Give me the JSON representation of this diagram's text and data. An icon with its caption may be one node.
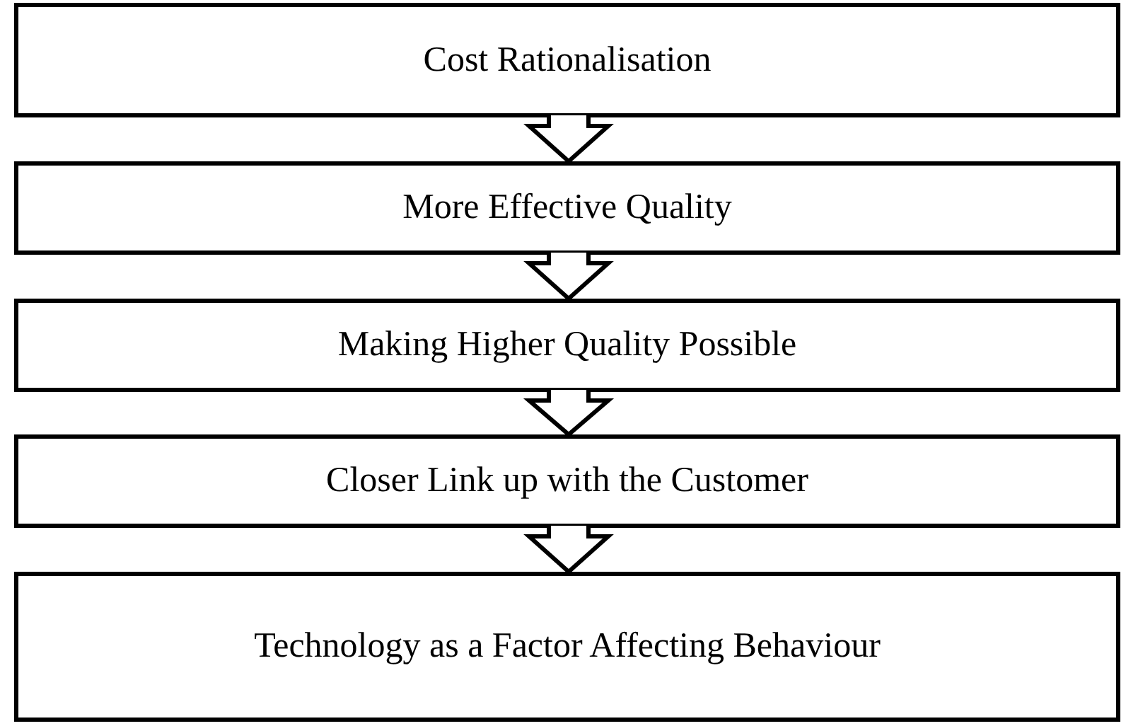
{
  "diagram": {
    "nodes": [
      {
        "text": [
          "Cost Rationalisation"
        ]
      },
      {
        "text": [
          "More Effective Quality"
        ]
      },
      {
        "text": [
          "Making Higher Quality Possible"
        ]
      },
      {
        "text": [
          "Closer Link up with the Customer"
        ]
      },
      {
        "text": [
          "Technology as a Factor Affecting Behaviour"
        ]
      }
    ],
    "edges": [
      {
        "from": 0,
        "to": 1,
        "arrow": "to"
      },
      {
        "from": 1,
        "to": 2,
        "arrow": "to"
      },
      {
        "from": 2,
        "to": 3,
        "arrow": "to"
      },
      {
        "from": 3,
        "to": 4,
        "arrow": "to"
      }
    ]
  }
}
